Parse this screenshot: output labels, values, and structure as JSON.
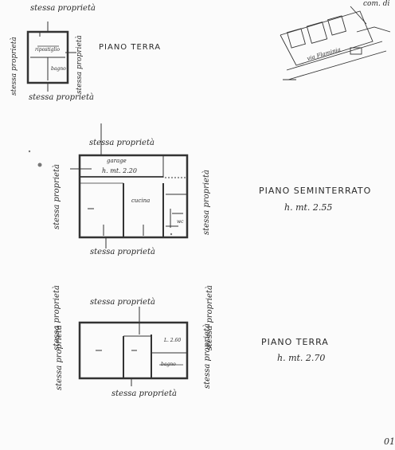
{
  "neighbors": {
    "label": "stessa proprietà"
  },
  "top_right": {
    "comune": "com. di",
    "street": "via Flaminia"
  },
  "floor_ground_small": {
    "title": "PIANO TERRA",
    "rooms": [
      "ripostiglio",
      "bagno"
    ]
  },
  "floor_basement": {
    "title": "PIANO SEMINTERRATO",
    "height": "h. mt. 2.55",
    "garage_label": "garage",
    "garage_height": "h. mt. 2.20",
    "rooms": [
      "cucina",
      "wc"
    ]
  },
  "floor_ground": {
    "title": "PIANO TERRA",
    "height": "h. mt. 2.70",
    "rooms": [
      "L. 2.60",
      "bagno"
    ]
  },
  "footer": {
    "corner": "01"
  }
}
